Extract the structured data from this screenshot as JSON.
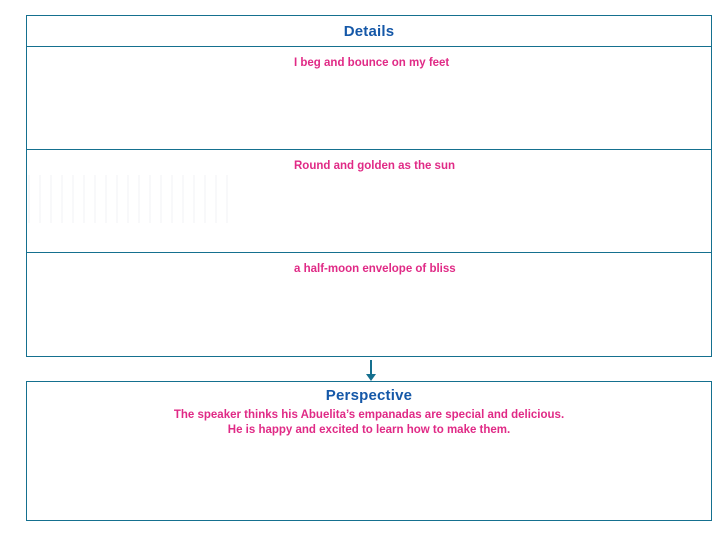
{
  "colors": {
    "border": "#15708f",
    "heading": "#1558a8",
    "body_text": "#e02a86",
    "background": "#ffffff"
  },
  "details": {
    "title": "Details",
    "rows": [
      {
        "text": "I beg and bounce on my feet"
      },
      {
        "text": "Round and golden as the sun"
      },
      {
        "text": "a half-moon envelope of bliss"
      }
    ]
  },
  "connector": {
    "icon": "arrow-down-icon"
  },
  "perspective": {
    "title": "Perspective",
    "lines": [
      "The speaker thinks his Abuelita’s empanadas are special and delicious.",
      "He is happy and excited to learn how to make them."
    ]
  }
}
